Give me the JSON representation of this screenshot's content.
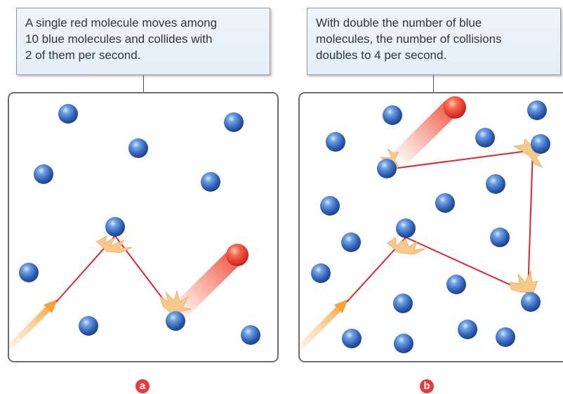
{
  "panels": [
    {
      "id": "a",
      "label": "a",
      "caption_lines": [
        "A single red molecule moves among",
        "10 blue molecules and collides with",
        "2 of them per second."
      ],
      "blue_molecule_count": 10,
      "collisions_per_second": 2
    },
    {
      "id": "b",
      "label": "b",
      "caption_lines": [
        "With double the number of blue",
        "molecules, the number of collisions",
        "doubles to 4 per second."
      ],
      "blue_molecule_count": 20,
      "collisions_per_second": 4
    }
  ],
  "colors": {
    "blue_molecule": "#3a72c4",
    "red_molecule": "#e8393c",
    "path_line": "#e0262c",
    "entry_arrow": "#f5a23a",
    "collision_burst": "#f7c98a",
    "badge": "#e8393c"
  }
}
